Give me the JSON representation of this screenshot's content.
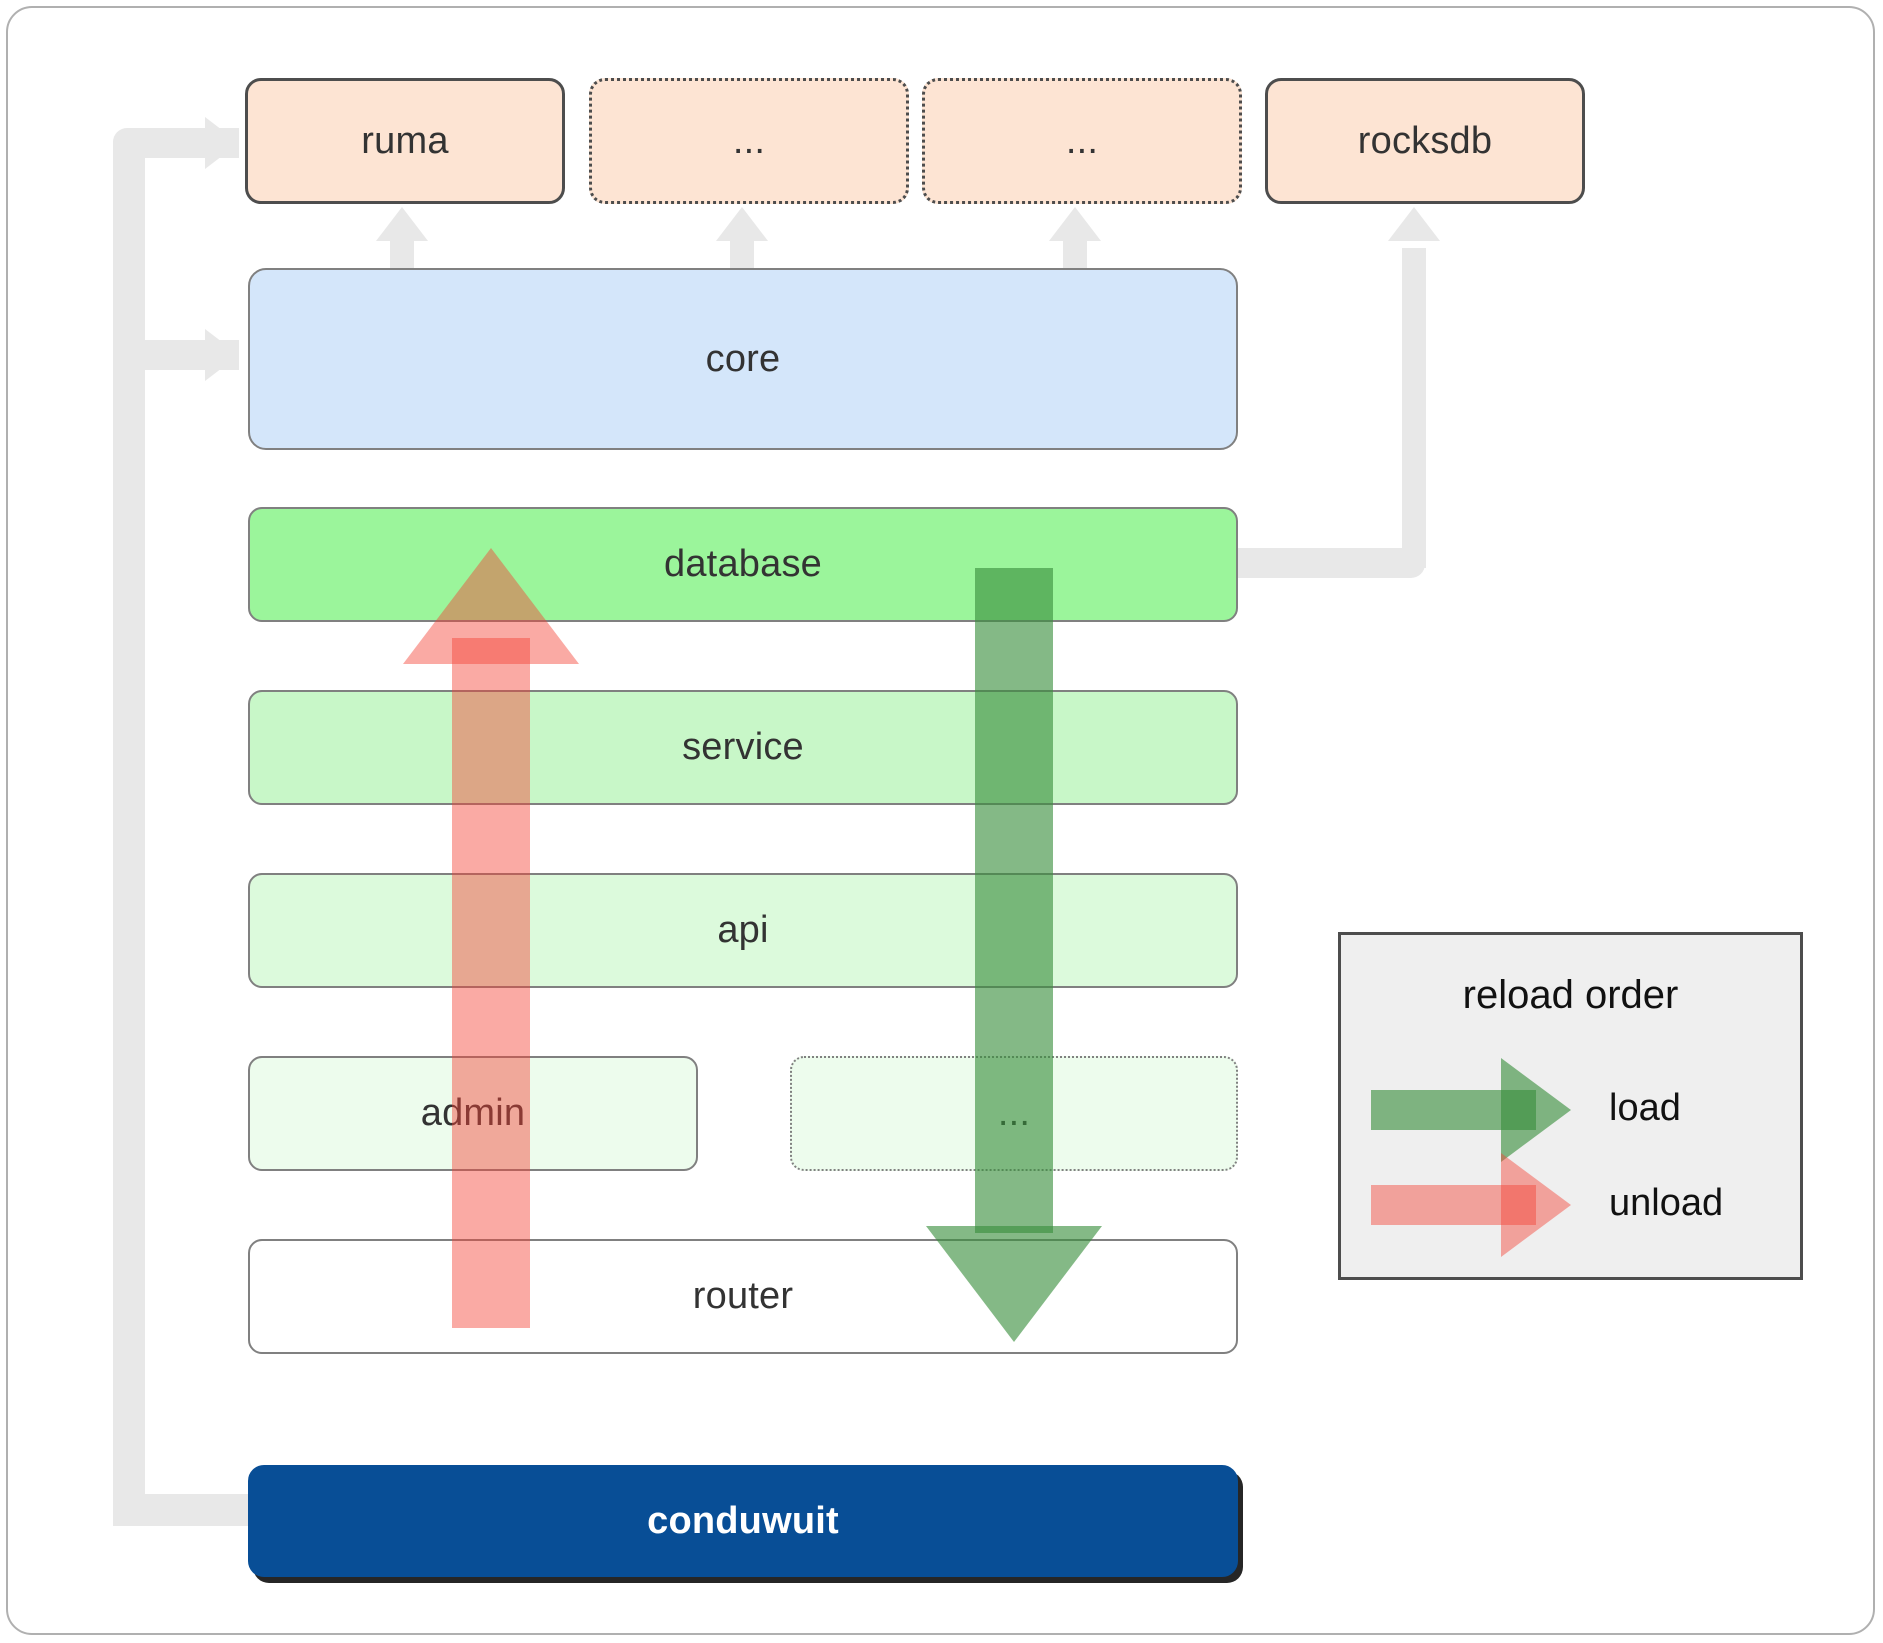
{
  "diagram": {
    "title": "conduwuit crate / layer architecture with reload order",
    "nodes": {
      "ruma": "ruma",
      "dep2": "...",
      "dep3": "...",
      "rocksdb": "rocksdb",
      "core": "core",
      "database": "database",
      "service": "service",
      "api": "api",
      "admin": "admin",
      "extra": "...",
      "router": "router",
      "root": "conduwuit"
    }
  },
  "legend": {
    "title": "reload order",
    "items": [
      {
        "label": "load",
        "color": "#388e3c"
      },
      {
        "label": "unload",
        "color": "#f44336"
      }
    ]
  },
  "colors": {
    "dependency_fill": "#fde4d3",
    "core_fill": "#d4e6fa",
    "database_fill": "#9bf59b",
    "service_fill": "#c8f7c8",
    "api_fill": "#dcfadc",
    "admin_fill": "#edfced",
    "router_fill": "#ffffff",
    "root_fill": "#084e96",
    "connector": "#e8e8e8",
    "load_arrow": "#388e3c",
    "unload_arrow": "#f44336",
    "legend_bg": "#efefef"
  }
}
